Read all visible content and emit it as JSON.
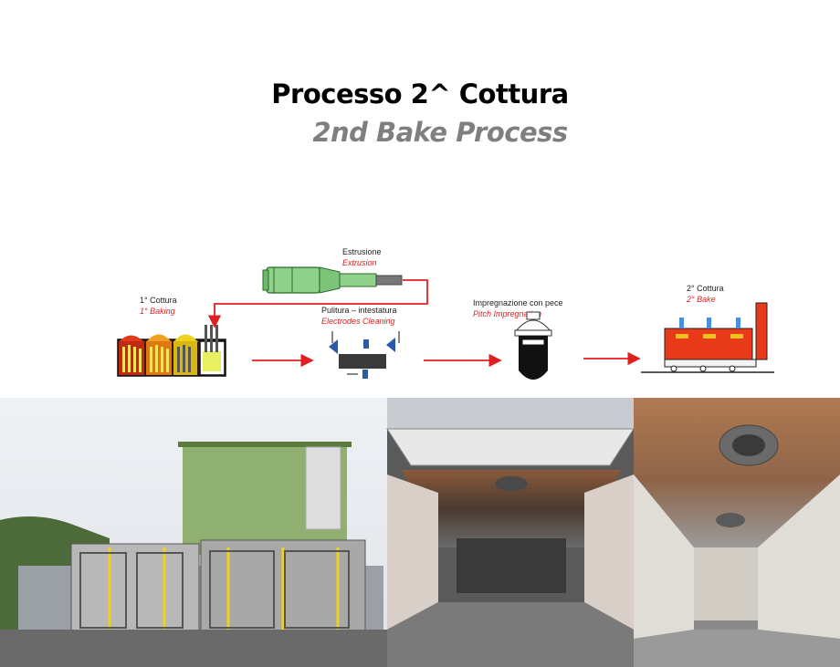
{
  "header": {
    "title": "Processo 2^ Cottura",
    "subtitle": "2nd Bake Process"
  },
  "steps": {
    "first_bake": {
      "label": "1° Cottura",
      "label_en": "1° Baking"
    },
    "extrusion": {
      "label": "Estrusione",
      "label_en": "Extrusion"
    },
    "cleaning": {
      "label": "Pulitura – intestatura",
      "label_en": "Electrodes Cleaning"
    },
    "impregnation": {
      "label": "Impregnazione con pece",
      "label_en": "Pitch Impregnation"
    },
    "second_bake": {
      "label": "2° Cottura",
      "label_en": "2° Bake"
    }
  },
  "photos": [
    {
      "name": "baking-plant-exterior-photo"
    },
    {
      "name": "furnace-interior-photo"
    },
    {
      "name": "furnace-interior-closeup-photo"
    }
  ],
  "colors": {
    "flow_arrow": "#e02020",
    "subtitle": "#7f7f7f",
    "press": "#8fd18a"
  }
}
